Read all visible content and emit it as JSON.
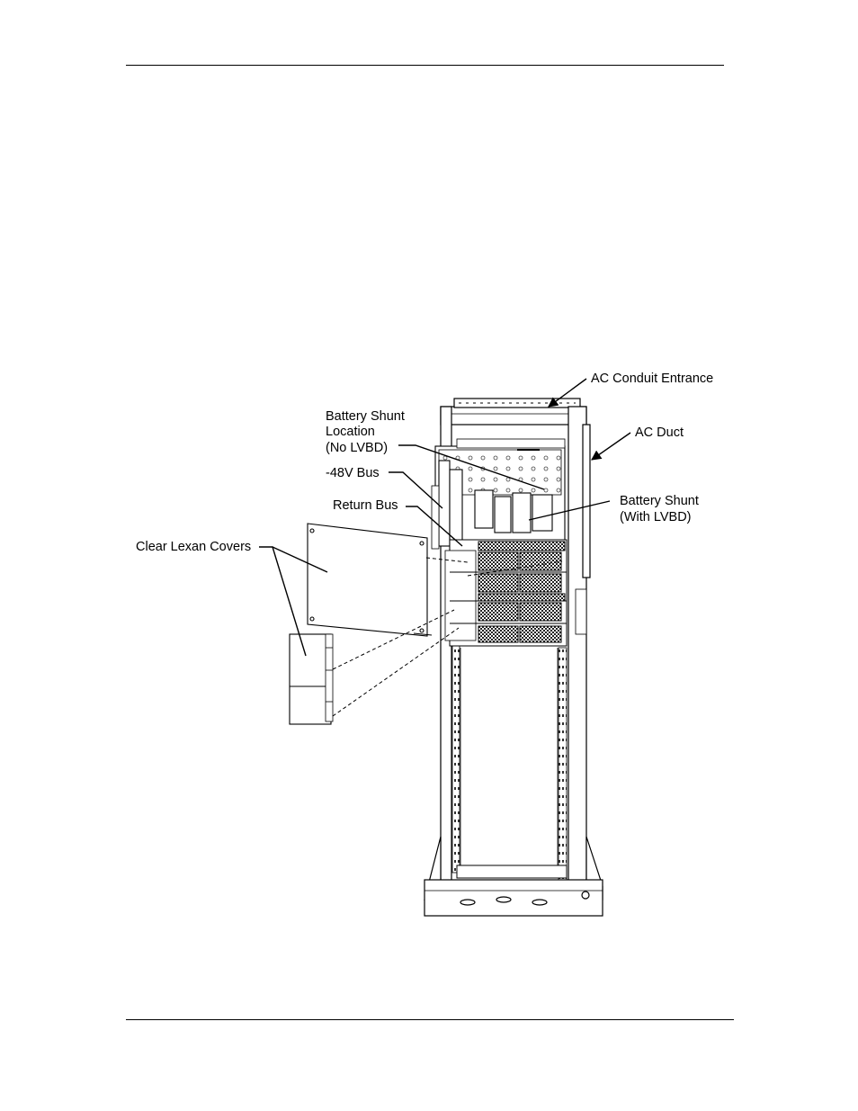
{
  "callouts": {
    "ac_conduit_entrance": "AC Conduit Entrance",
    "ac_duct": "AC Duct",
    "battery_shunt_location": [
      "Battery Shunt",
      "Location",
      "(No LVBD)"
    ],
    "bus_48v": "-48V Bus",
    "return_bus": "Return Bus",
    "battery_shunt_with_lvbd": [
      "Battery Shunt",
      "(With LVBD)"
    ],
    "clear_lexan_covers": "Clear Lexan Covers"
  }
}
